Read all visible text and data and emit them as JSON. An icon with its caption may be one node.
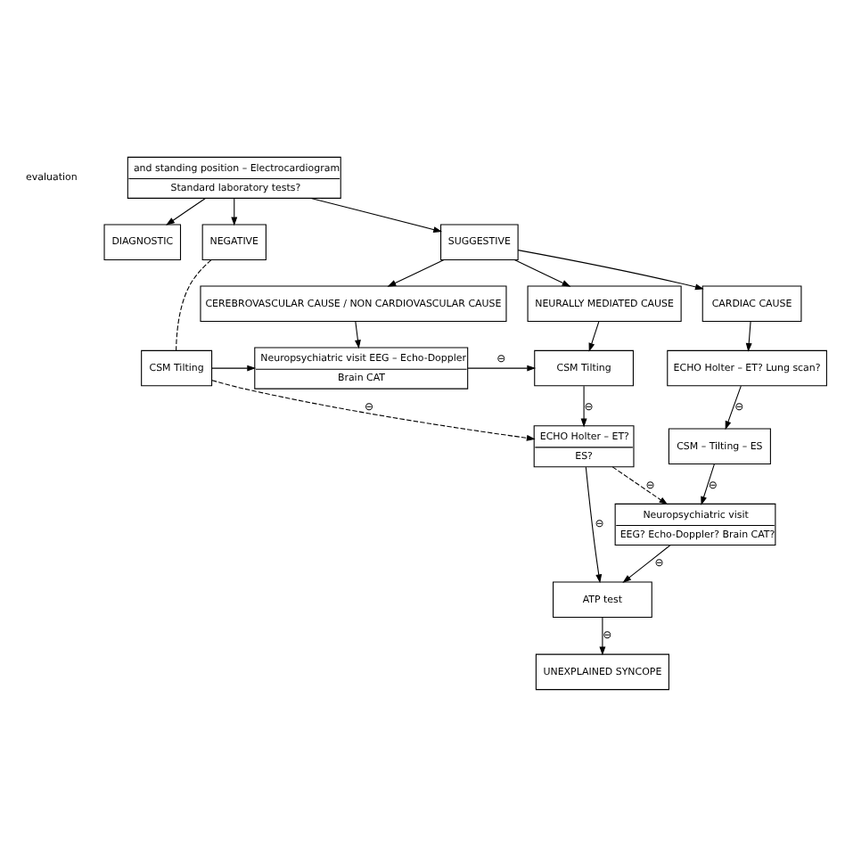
{
  "diagram": {
    "nodes": [
      {
        "text": [
          "and standing position – Electrocardiogram",
          "Standard laboratory tests?"
        ]
      },
      {
        "text": [
          "DIAGNOSTIC"
        ]
      },
      {
        "text": [
          "SUGGESTIVE"
        ]
      },
      {
        "text": [
          "NEGATIVE"
        ]
      },
      {
        "text": [
          "CARDIAC CAUSE"
        ]
      },
      {
        "text": [
          "NEURALLY MEDIATED CAUSE"
        ]
      },
      {
        "text": [
          "CEREBROVASCULAR CAUSE / NON CARDIOVASCULAR CAUSE"
        ]
      },
      {
        "text": [
          "ECHO Holter – ET? Lung scan?"
        ]
      },
      {
        "text": [
          "CSM Tilting"
        ]
      },
      {
        "text": [
          "Neuropsychiatric visit EEG – Echo-Doppler",
          "Brain CAT"
        ]
      },
      {
        "text": [
          "CSM Tilting"
        ]
      },
      {
        "text": [
          "CSM – Tilting – ES"
        ]
      },
      {
        "text": [
          "ECHO Holter – ET?",
          "ES?"
        ]
      },
      {
        "text": [
          "Neuropsychiatric visit",
          "EEG? Echo-Doppler? Brain CAT?"
        ]
      },
      {
        "text": [
          "ATP test"
        ]
      },
      {
        "text": [
          "UNEXPLAINED SYNCOPE"
        ]
      }
    ],
    "edges": [
      {
        "from": 0,
        "to": 1,
        "arrow": "to"
      },
      {
        "from": 0,
        "to": 2,
        "arrow": "to"
      },
      {
        "from": 0,
        "to": 3,
        "arrow": "to"
      },
      {
        "from": 2,
        "to": 4,
        "arrow": "to"
      },
      {
        "from": 2,
        "to": 5,
        "arrow": "to"
      },
      {
        "from": 2,
        "to": 6,
        "arrow": "to"
      },
      {
        "from": 4,
        "to": 7,
        "arrow": "to"
      },
      {
        "from": 5,
        "to": 8,
        "arrow": "to"
      },
      {
        "from": 6,
        "to": 9,
        "arrow": "to"
      },
      {
        "from": 3,
        "to": 10,
        "arrow": "none",
        "style": "dashed"
      },
      {
        "from": 10,
        "to": 9,
        "arrow": "to"
      },
      {
        "from": 9,
        "to": 8,
        "arrow": "to",
        "label": "⊖"
      },
      {
        "from": 7,
        "to": 11,
        "arrow": "to",
        "label": "⊖"
      },
      {
        "from": 8,
        "to": 12,
        "arrow": "to",
        "label": "⊖"
      },
      {
        "from": 10,
        "to": 12,
        "arrow": "to",
        "label": "⊖",
        "style": "dashed"
      },
      {
        "from": 11,
        "to": 13,
        "arrow": "to",
        "label": "⊖"
      },
      {
        "from": 12,
        "to": 13,
        "arrow": "to",
        "label": "⊖",
        "style": "dashed"
      },
      {
        "from": 12,
        "to": 14,
        "arrow": "to",
        "label": "⊖"
      },
      {
        "from": 13,
        "to": 14,
        "arrow": "to",
        "label": "⊖"
      },
      {
        "from": 14,
        "to": 15,
        "arrow": "to",
        "label": "⊖"
      }
    ],
    "labels": [
      "evaluation"
    ]
  }
}
